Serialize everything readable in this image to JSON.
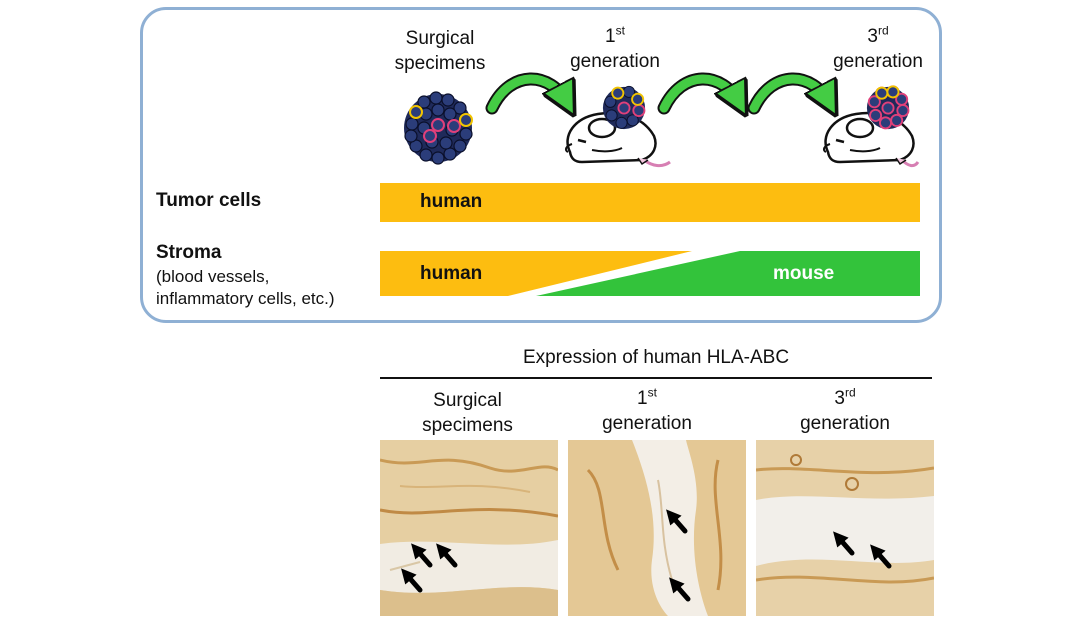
{
  "panel": {
    "stage_surgical": "Surgical\nspecimens",
    "stage_first_num": "1",
    "stage_first_sup": "st",
    "stage_first_word": "generation",
    "stage_third_num": "3",
    "stage_third_sup": "rd",
    "stage_third_word": "generation",
    "tumor_label": "Tumor cells",
    "tumor_bar_text": "human",
    "stroma_label": "Stroma",
    "stroma_sub1": "(blood vessels,",
    "stroma_sub2": "inflammatory cells, etc.)",
    "stroma_human_text": "human",
    "stroma_mouse_text": "mouse"
  },
  "colors": {
    "panel_border": "#8fb0d4",
    "human": "#fdbd10",
    "mouse": "#33c33b",
    "arrow_green": "#44cc44"
  },
  "hla": {
    "title": "Expression of human HLA-ABC",
    "col1": "Surgical\nspecimens",
    "col2_num": "1",
    "col2_sup": "st",
    "col2_word": "generation",
    "col3_num": "3",
    "col3_sup": "rd",
    "col3_word": "generation"
  }
}
